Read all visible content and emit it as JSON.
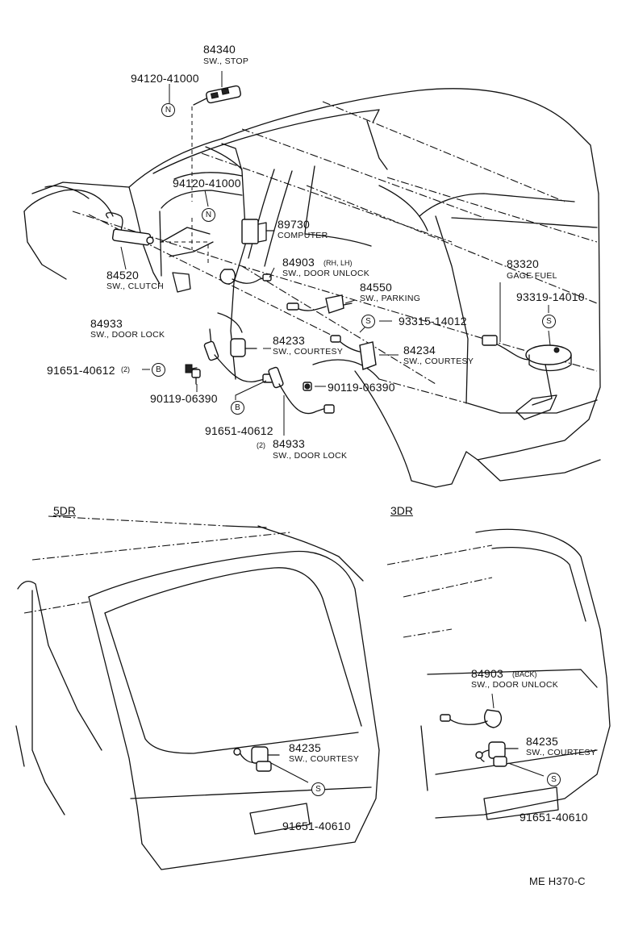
{
  "labels": {
    "p84340": "84340",
    "d84340": "SW., STOP",
    "p94120a": "94120-41000",
    "p94120b": "94120-41000",
    "p89730": "89730",
    "d89730": "COMPUTER",
    "p84520": "84520",
    "d84520": "SW., CLUTCH",
    "p84903": "84903",
    "q84903": "(RH, LH)",
    "d84903": "SW., DOOR UNLOCK",
    "p83320": "83320",
    "d83320": "GAGE FUEL",
    "p93319": "93319-14010",
    "p84550": "84550",
    "d84550": "SW., PARKING",
    "p93315": "93315-14012",
    "p84933a": "84933",
    "d84933a": "SW., DOOR LOCK",
    "p84233": "84233",
    "d84233": "SW., COURTESY",
    "p84234": "84234",
    "d84234": "SW., COURTESY",
    "p91651a": "91651-40612",
    "q91651a": "(2)",
    "p90119a": "90119-06390",
    "p90119b": "90119-06390",
    "p91651b": "91651-40612",
    "q84933b": "(2)",
    "p84933b": "84933",
    "d84933b": "SW., DOOR LOCK",
    "h5dr": "5DR",
    "h3dr": "3DR",
    "p84235a": "84235",
    "d84235a": "SW., COURTESY",
    "p91651c": "91651-40610",
    "p84903b": "84903",
    "q84903b": "(BACK)",
    "d84903b": "SW., DOOR UNLOCK",
    "p84235b": "84235",
    "d84235b": "SW., COURTESY",
    "p91651d": "91651-40610",
    "footer": "ME  H370-C"
  },
  "markers": {
    "n1": "N",
    "n2": "N",
    "s1": "S",
    "s2": "S",
    "b1": "B",
    "b2": "B",
    "s3": "S",
    "s4": "S"
  }
}
